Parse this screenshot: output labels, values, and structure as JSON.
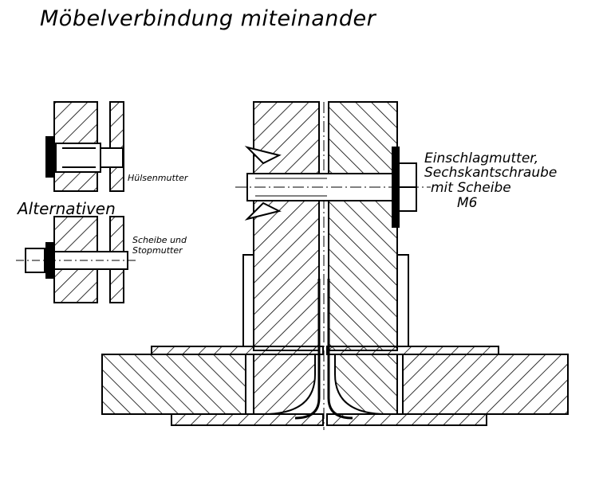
{
  "title": "Möbelverbindung miteinander",
  "labels": {
    "alternatives": "Alternativen",
    "sleeve_nut": "Hülsenmutter",
    "washer_lock_nut_1": "Scheibe und",
    "washer_lock_nut_2": "Stopmutter",
    "main_1": "Einschlagmutter,",
    "main_2": "Sechskantschraube",
    "main_3": "mit Scheibe",
    "main_4": "M6"
  },
  "colors": {
    "ink": "#000000",
    "paper": "#ffffff"
  }
}
